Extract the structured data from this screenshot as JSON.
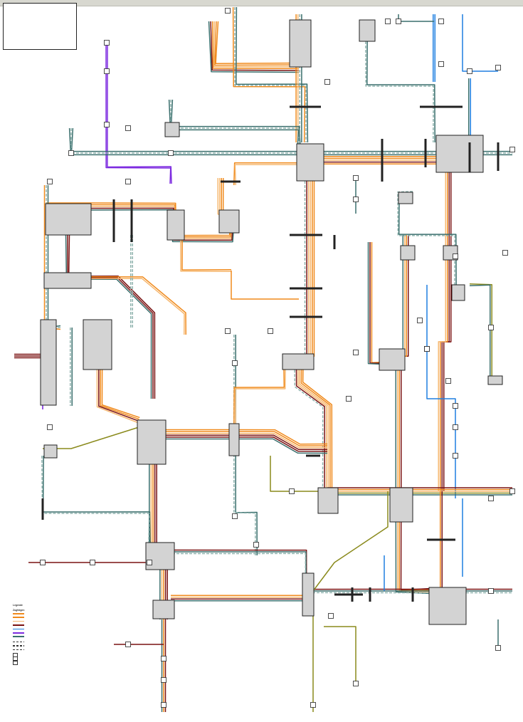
{
  "colors": {
    "orange": "#f08a1c",
    "light_orange": "#f6b870",
    "dark_red": "#7a1212",
    "teal": "#3a6f6d",
    "teal_light": "#8fb3ae",
    "blue": "#1e7fe0",
    "purple": "#7d2be0",
    "olive": "#8a8a1c",
    "station_fill": "#d3d3d3"
  },
  "info_box": {
    "title": "",
    "red_lines": [
      "",
      "",
      "",
      "",
      "",
      "",
      ""
    ],
    "footer": [
      "",
      ""
    ]
  },
  "legend": {
    "title": "Legende",
    "section_routes": "Zugfolgen",
    "routes": [
      {
        "label": "",
        "color": "orange"
      },
      {
        "label": "",
        "color": "orange"
      },
      {
        "label": "",
        "color": "light_orange"
      },
      {
        "label": "",
        "color": "dark_red"
      },
      {
        "label": "",
        "color": "blue"
      },
      {
        "label": "",
        "color": "purple"
      },
      {
        "label": "",
        "color": "teal"
      }
    ],
    "section_freq": "",
    "freq": [
      "",
      "",
      ""
    ],
    "section_nodes": "",
    "nodes": [
      "",
      "",
      ""
    ]
  },
  "stamp": ""
}
